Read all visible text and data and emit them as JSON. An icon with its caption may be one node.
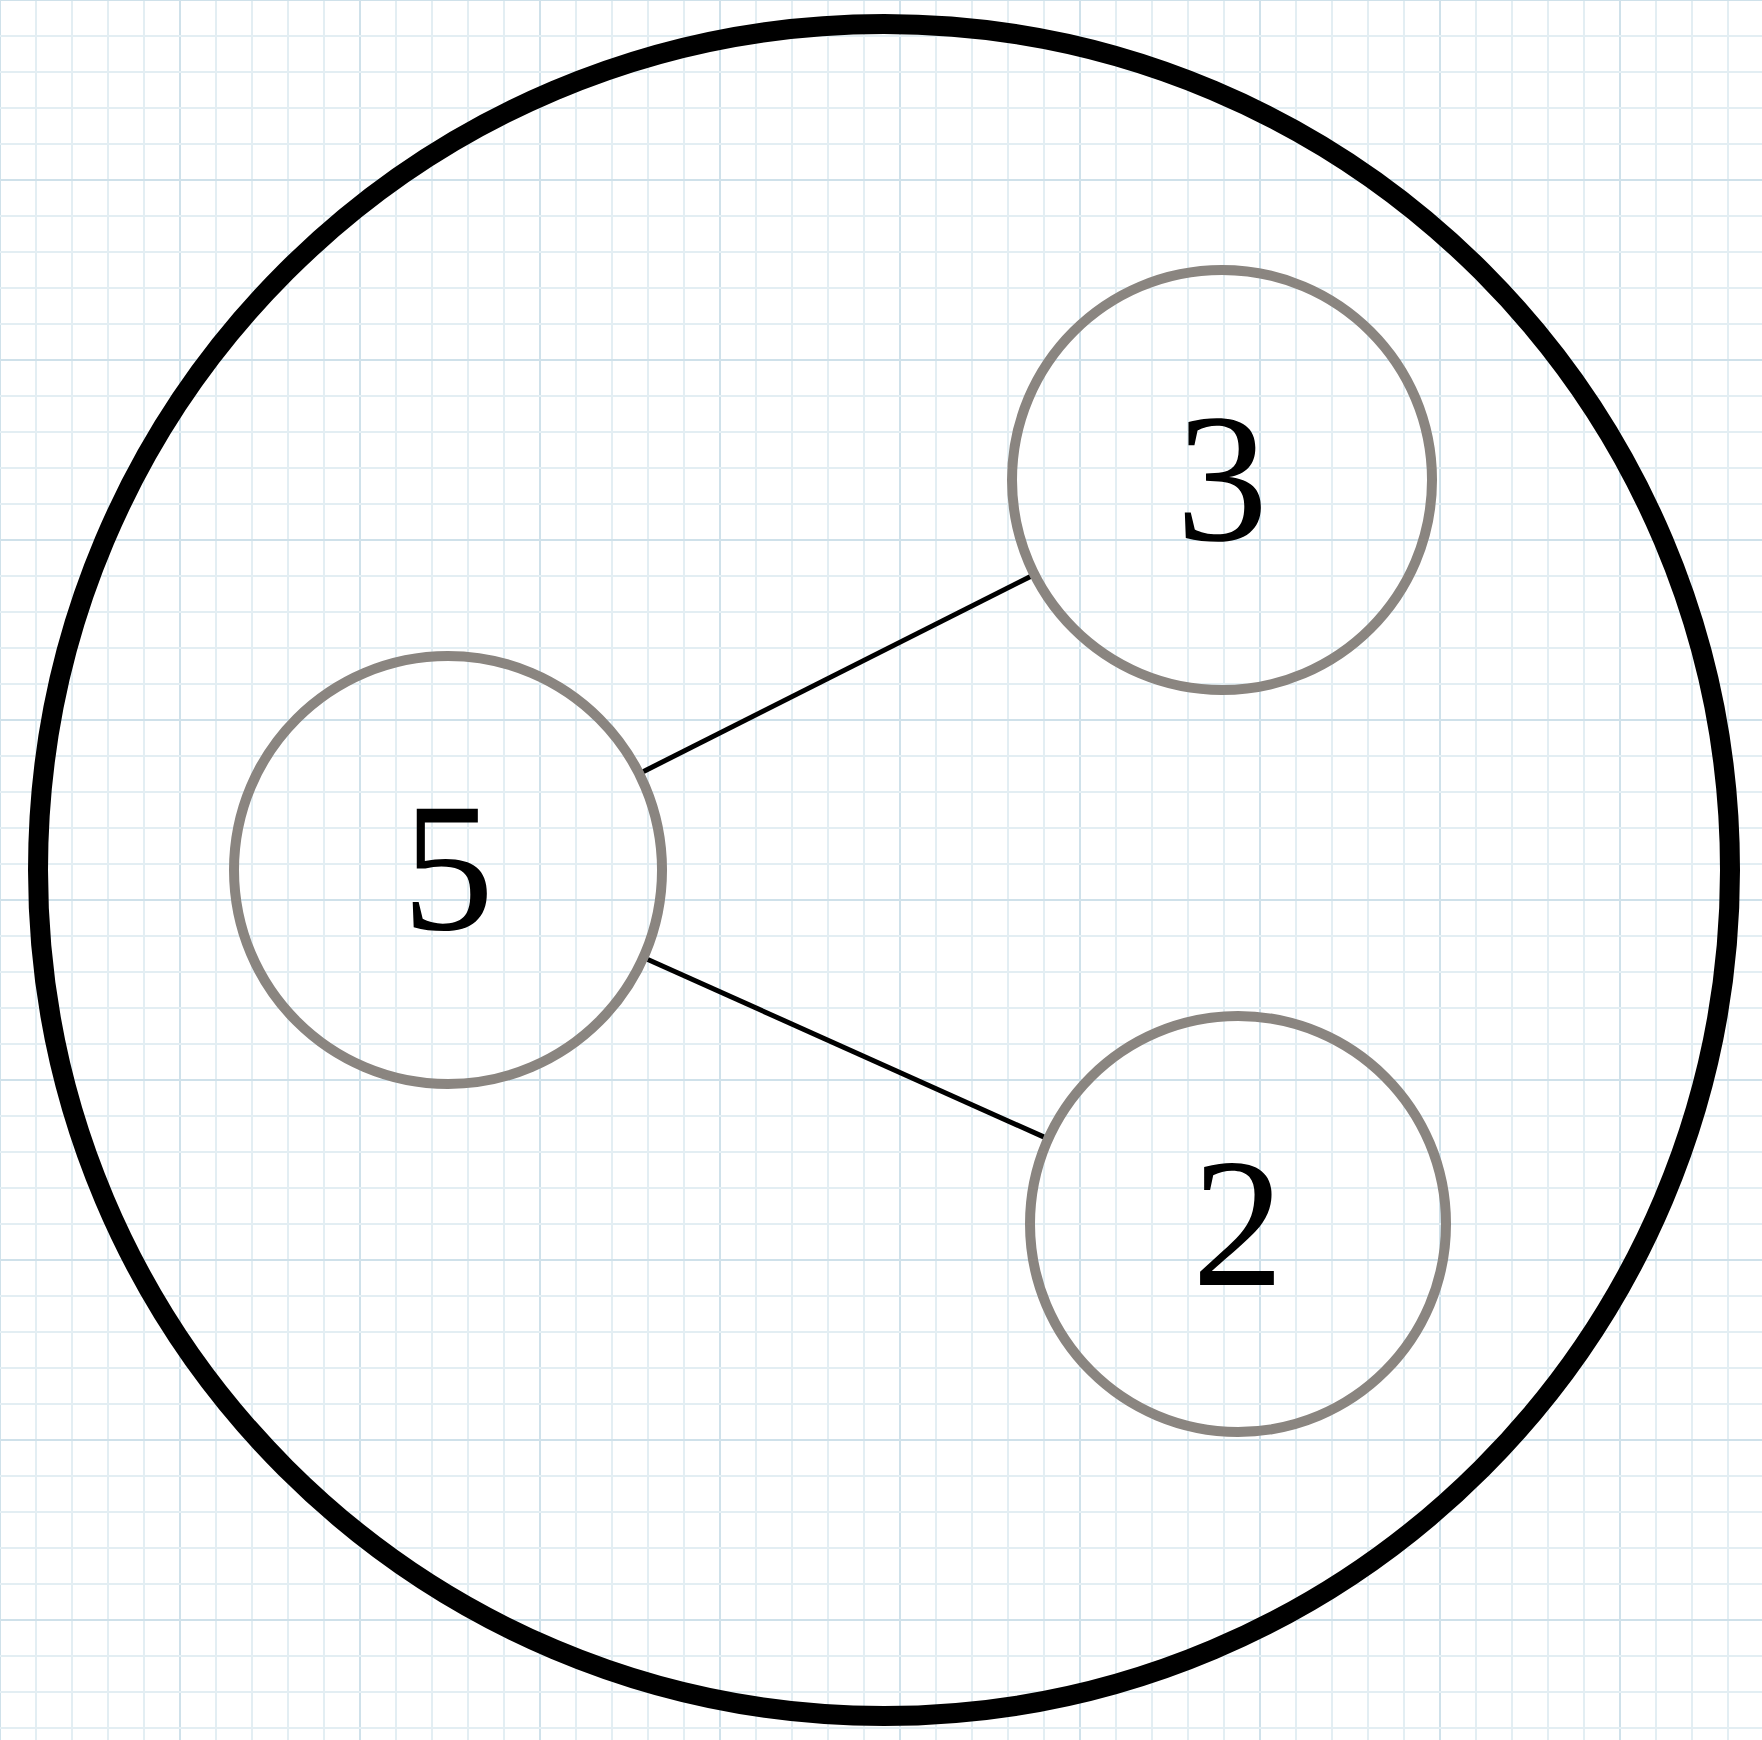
{
  "diagram": {
    "nodes": [
      {
        "text": [],
        "shape": "circle"
      },
      {
        "text": [
          "5"
        ],
        "in": 0
      },
      {
        "text": [
          "3"
        ],
        "in": 0
      },
      {
        "text": [
          "2"
        ],
        "in": 0
      }
    ],
    "edges": [
      {
        "from": 1,
        "to": 2,
        "arrow": "none"
      },
      {
        "from": 1,
        "to": 3,
        "arrow": "none"
      }
    ]
  }
}
